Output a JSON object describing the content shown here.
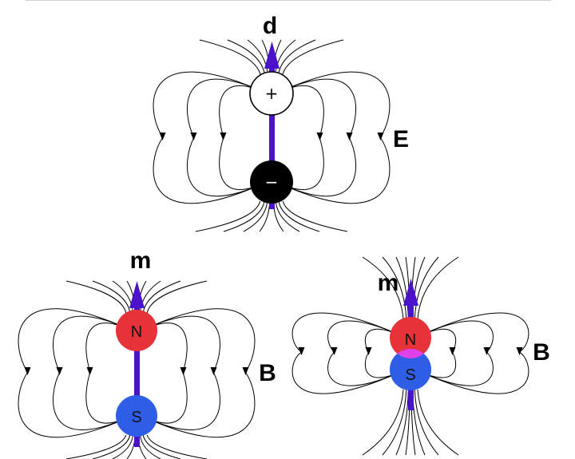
{
  "panels": [
    {
      "id": "electric-dipole",
      "vector_label": "d",
      "field_label": "E",
      "top_charge": "+",
      "bottom_charge": "−",
      "colors": {
        "top": "#ffffff",
        "bottom": "#000000",
        "arrow": "#4b12cc"
      }
    },
    {
      "id": "magnetic-dipole-separated",
      "vector_label": "m",
      "field_label": "B",
      "top_pole": "N",
      "bottom_pole": "S",
      "colors": {
        "top": "#e8323a",
        "bottom": "#2f5ee6",
        "arrow": "#4b12cc"
      }
    },
    {
      "id": "magnetic-dipole-close",
      "vector_label": "m",
      "field_label": "B",
      "top_pole": "N",
      "bottom_pole": "S",
      "colors": {
        "top": "#e8323a",
        "bottom": "#2f5ee6",
        "overlap": "#e040e8",
        "arrow": "#4b12cc"
      }
    }
  ]
}
